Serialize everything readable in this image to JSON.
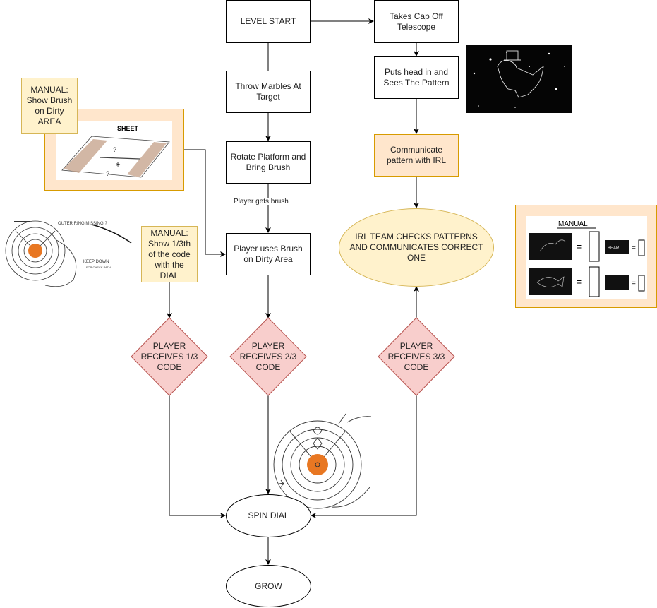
{
  "nodes": {
    "level_start": "LEVEL START",
    "throw_marbles": "Throw Marbles At Target",
    "rotate_platform": "Rotate Platform and Bring Brush",
    "use_brush": "Player uses Brush on Dirty Area",
    "take_cap": "Takes Cap Off Telescope",
    "puts_head": "Puts head in and Sees The Pattern",
    "communicate": "Communicate pattern with IRL",
    "irl_team": "IRL TEAM CHECKS PATTERNS AND COMMUNICATES CORRECT ONE",
    "receives_1": "PLAYER RECEIVES 1/3 CODE",
    "receives_2": "PLAYER RECEIVES 2/3 CODE",
    "receives_3": "PLAYER RECEIVES 3/3 CODE",
    "spin_dial": "SPIN DIAL",
    "grow": "GROW"
  },
  "notes": {
    "manual_brush": "MANUAL: Show Brush on Dirty AREA",
    "manual_dial": "MANUAL: Show 1/3th of the code with the DIAL"
  },
  "edge_labels": {
    "player_gets_brush": "Player gets brush"
  },
  "sketches": {
    "sheet_title": "SHEET",
    "dial_note_1": "OUTER RING MISSING ?",
    "dial_note_2": "KEEP DOWN",
    "dial_note_3": "FOR CHECK PATH",
    "manual_title": "MANUAL",
    "manual_word": "BEAR"
  },
  "colors": {
    "note_fill": "#fff2cc",
    "note_stroke": "#d6b656",
    "orange_fill": "#ffe6cc",
    "orange_stroke": "#d79b00",
    "decision_fill": "#f8cecc",
    "decision_stroke": "#b85450",
    "dial_center": "#e87722"
  }
}
